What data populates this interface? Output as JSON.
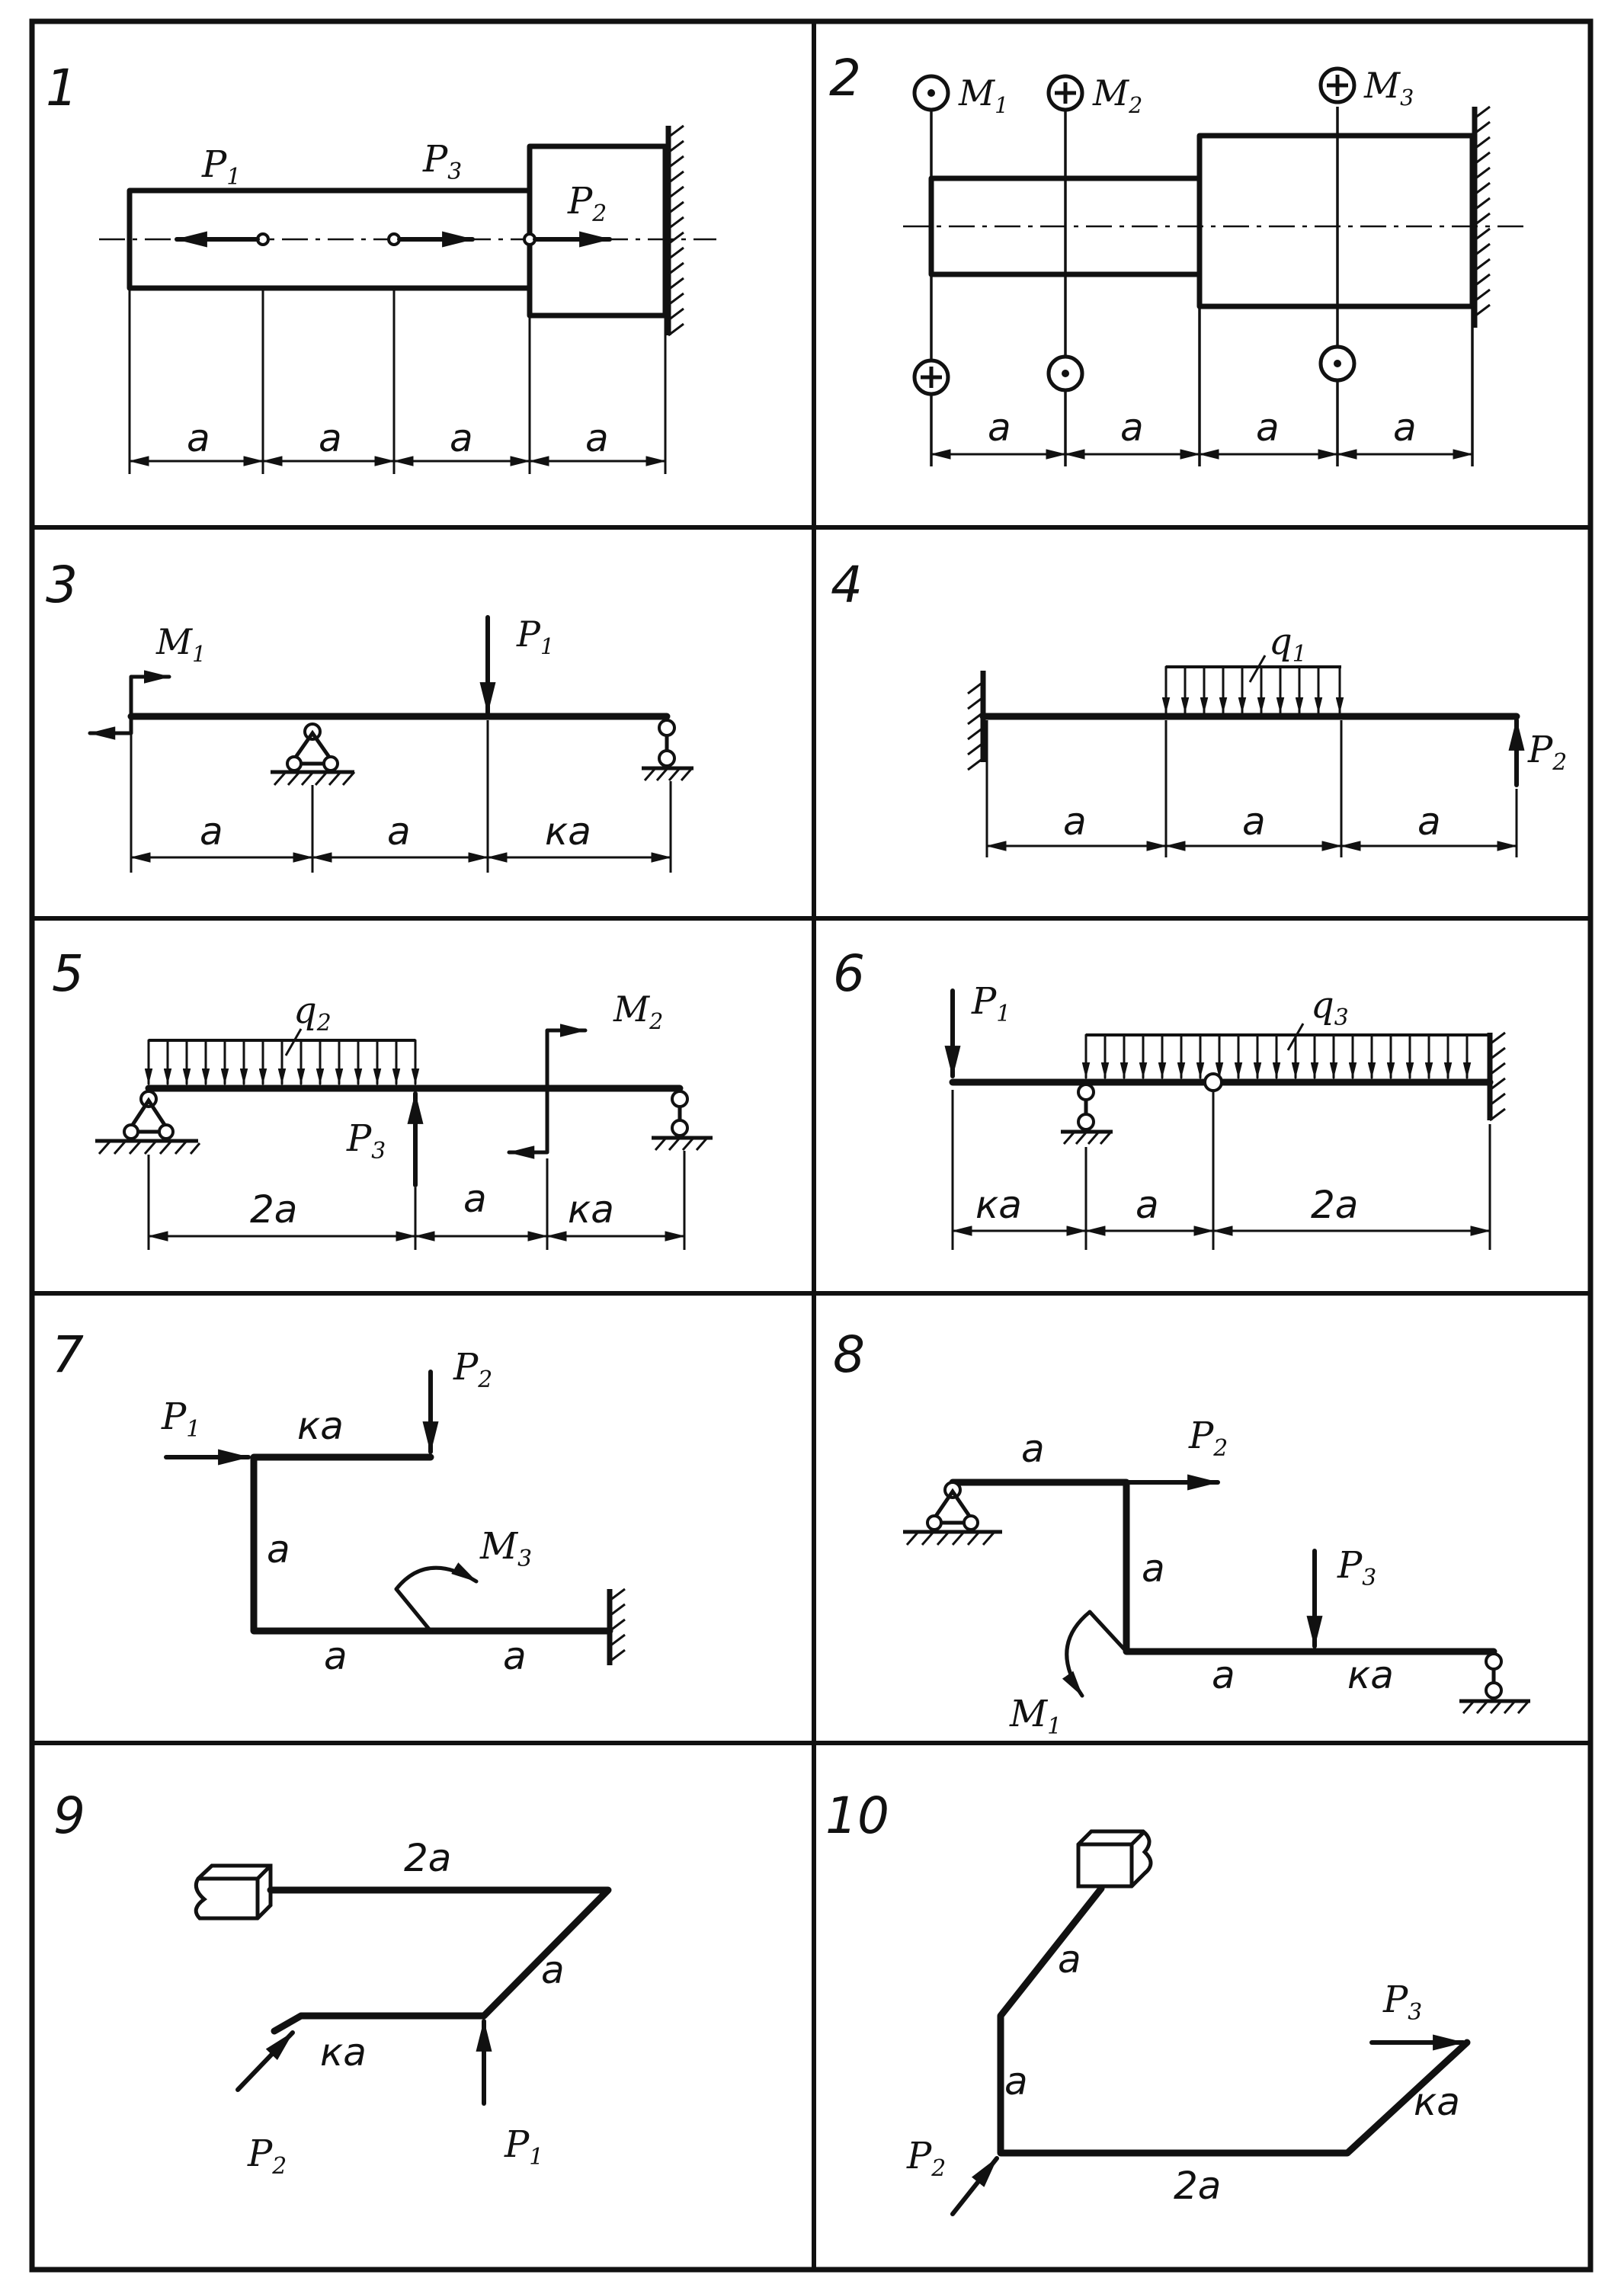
{
  "panels": [
    {
      "number": "1",
      "labels": {
        "P1": "P",
        "P1_sub": "1",
        "P3": "P",
        "P3_sub": "3",
        "P2": "P",
        "P2_sub": "2",
        "a": "a"
      }
    },
    {
      "number": "2",
      "labels": {
        "M1": "M",
        "M1_sub": "1",
        "M2": "M",
        "M2_sub": "2",
        "M3": "M",
        "M3_sub": "3",
        "a": "a"
      }
    },
    {
      "number": "3",
      "labels": {
        "M1": "M",
        "M1_sub": "1",
        "P1": "P",
        "P1_sub": "1",
        "a": "a",
        "ka": "ка"
      }
    },
    {
      "number": "4",
      "labels": {
        "q1": "q",
        "q1_sub": "1",
        "P2": "P",
        "P2_sub": "2",
        "a": "a"
      }
    },
    {
      "number": "5",
      "labels": {
        "q2": "q",
        "q2_sub": "2",
        "M2": "M",
        "M2_sub": "2",
        "P3": "P",
        "P3_sub": "3",
        "2a": "2a",
        "a": "a",
        "ka": "ка"
      }
    },
    {
      "number": "6",
      "labels": {
        "P1": "P",
        "P1_sub": "1",
        "q3": "q",
        "q3_sub": "3",
        "ka": "ка",
        "a": "a",
        "2a": "2a"
      }
    },
    {
      "number": "7",
      "labels": {
        "P1": "P",
        "P1_sub": "1",
        "P2": "P",
        "P2_sub": "2",
        "M3": "M",
        "M3_sub": "3",
        "ka": "ка",
        "a": "a"
      }
    },
    {
      "number": "8",
      "labels": {
        "P2": "P",
        "P2_sub": "2",
        "P3": "P",
        "P3_sub": "3",
        "M1": "M",
        "M1_sub": "1",
        "ka": "ка",
        "a": "a"
      }
    },
    {
      "number": "9",
      "labels": {
        "P1": "P",
        "P1_sub": "1",
        "P2": "P",
        "P2_sub": "2",
        "2a": "2a",
        "ka": "ка",
        "a": "a"
      }
    },
    {
      "number": "10",
      "labels": {
        "P2": "P",
        "P2_sub": "2",
        "P3": "P",
        "P3_sub": "3",
        "2a": "2a",
        "ka": "ка",
        "a": "a"
      }
    }
  ]
}
